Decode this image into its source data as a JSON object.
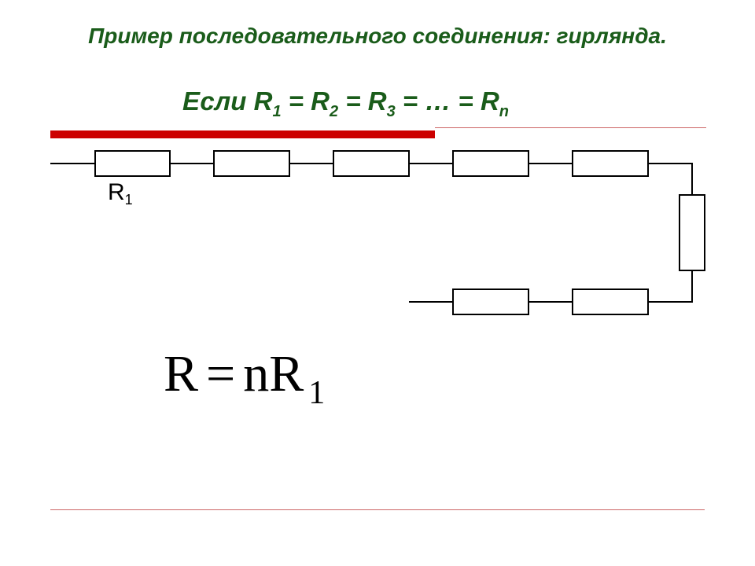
{
  "slide": {
    "title": "Пример последовательного соединения: гирлянда.",
    "condition": {
      "prefix": "Если R",
      "s1": "1",
      "m1": " = R",
      "s2": "2",
      "m2": " = R",
      "s3": "3",
      "m3": " = … = R",
      "sn": "n"
    },
    "resistor_label": {
      "main": "R",
      "sub": "1"
    },
    "formula": {
      "lhs": "R",
      "eq": "=",
      "rhs_main": "nR",
      "rhs_sub": "1"
    },
    "resistors_top_row": 5,
    "resistors_right_column": 1,
    "resistors_bottom_row": 2
  },
  "colors": {
    "title_text": "#1a5c1a",
    "accent_bar": "#cc0000",
    "thin_rule": "#cc6666",
    "wire": "#000000",
    "formula_text": "#000000"
  }
}
